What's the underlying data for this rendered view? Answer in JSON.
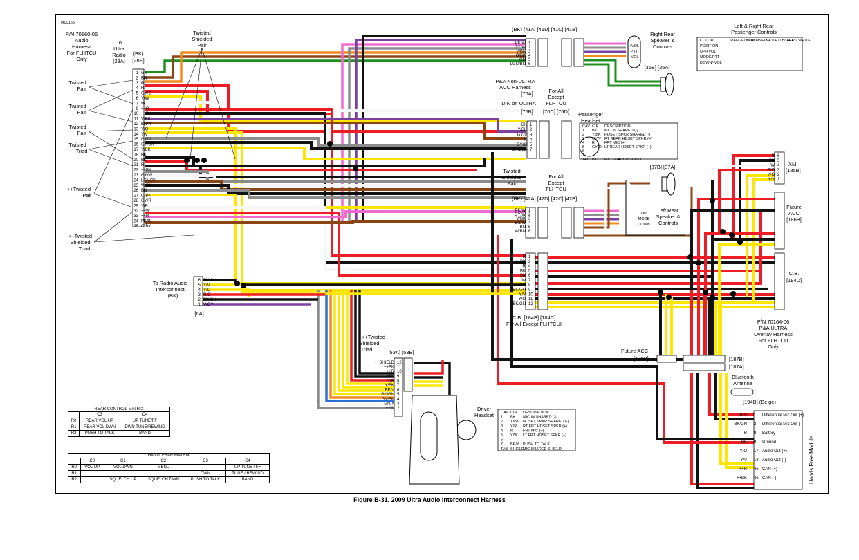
{
  "figure_code": "et00155",
  "caption": "Figure B-31. 2009 Ultra Audio Interconnect Harness",
  "labels": {
    "audio_harness": [
      "P/N 70160-06",
      "Audio",
      "Harness",
      "For FLHTCU",
      "Only"
    ],
    "to_radio": [
      "To",
      "Ultra",
      "Radio",
      "[28A]"
    ],
    "bk_28b": [
      "(BK)",
      "[28B]"
    ],
    "twisted_pair_1": [
      "Twisted",
      "Pair"
    ],
    "twisted_pair_2": [
      "Twisted",
      "Pair"
    ],
    "twisted_pair_3": [
      "Twisted",
      "Pair"
    ],
    "twisted_triad": [
      "Twisted",
      "Triad"
    ],
    "pp_twisted_pair": [
      "++Twisted",
      "Pair"
    ],
    "pp_twisted_shielded_triad": [
      "++Twisted",
      "Shielded",
      "Triad"
    ],
    "twisted_shielded_pair_top": [
      "Twisted",
      "Shielded",
      "Pair"
    ],
    "to_radio_audio": [
      "To Radio Audio",
      "Interconnect",
      "(BK)"
    ],
    "conn_6a": "[6A]",
    "pp_twisted_shielded_triad_2": [
      "++Twisted",
      "Shielded",
      "Triad"
    ],
    "conn_53": "[53A]  [53B]",
    "pa_non_ultra": [
      "P&A Non-ULTRA",
      "ACC Harness",
      "[76A]",
      "DIN on ULTRA",
      "[76B]"
    ],
    "conn_76cd": "[76C] [76D]",
    "for_all_except_1": [
      "For All",
      "Except",
      "FLHTCU"
    ],
    "for_all_except_2": [
      "For All",
      "Except",
      "FLHTCU"
    ],
    "conn_41": "(BK) [41A]   [41D]     [41C]  [41B]",
    "conn_42": "(BK) [42A]   [42D]     [42C]  [42B]",
    "twisted_shielded_pair_mid": [
      "Twisted",
      "Shielded",
      "Pair"
    ],
    "passenger_headset": [
      "Passenger",
      "Headset"
    ],
    "right_rear": [
      "Right Rear",
      "Speaker &",
      "Controls"
    ],
    "left_rear": [
      "Left Rear",
      "Speaker &",
      "Controls"
    ],
    "conn_36": "[36B]  [36A]",
    "conn_37": "[37B]  [37A]",
    "lr_rear_controls": [
      "Left & Right Rear",
      "Passenger Controls"
    ],
    "xm": [
      "XM",
      "[185B]"
    ],
    "future_acc_186": [
      "Future",
      "ACC",
      "[186B]"
    ],
    "cb_184d": [
      "C.B.",
      "[184D]"
    ],
    "cb_184b": [
      "C.B. [184B] [184C]",
      "For All Except FLHTCUI"
    ],
    "pa_ultra": [
      "P/N 70164-06",
      "P&A ULTRA",
      "Overlay Harness",
      "For FLHTCU",
      "Only"
    ],
    "future_acc_175": [
      "Future ACC",
      "[175B]"
    ],
    "conn_187b": "[187B]",
    "conn_187a": "[187A]",
    "bluetooth": [
      "Bluetooth",
      "Antenna"
    ],
    "conn_194": "[194B]      (Beige)",
    "hands_free": "Hands Free Module",
    "driver_headset": [
      "Driver",
      "Headset"
    ],
    "up_mode_down": [
      "UP",
      "MODE",
      "DOWN"
    ],
    "vol_ptt": [
      "+VOL",
      "PTT",
      "-VOL"
    ]
  },
  "connector_28b_wires": [
    {
      "pin": "1",
      "wire": "GN"
    },
    {
      "pin": "2",
      "wire": "BN"
    },
    {
      "pin": "3",
      "wire": "R"
    },
    {
      "pin": "4",
      "wire": "R"
    },
    {
      "pin": "5",
      "wire": "GY/O"
    },
    {
      "pin": "6",
      "wire": "Y/W"
    },
    {
      "pin": "7",
      "wire": "W"
    },
    {
      "pin": "9",
      "wire": "++R"
    },
    {
      "pin": "10",
      "wire": "++BK"
    },
    {
      "pin": "11",
      "wire": "V/BK"
    },
    {
      "pin": "12",
      "wire": "BN/W"
    },
    {
      "pin": "13",
      "wire": "Y/O"
    },
    {
      "pin": "14",
      "wire": "Y/V"
    },
    {
      "pin": "15",
      "wire": "GY/V"
    },
    {
      "pin": "16",
      "wire": "GY/BK"
    },
    {
      "pin": "17",
      "wire": "Y/BK"
    },
    {
      "pin": "18",
      "wire": "BK"
    },
    {
      "pin": "20",
      "wire": "BK"
    },
    {
      "pin": "21",
      "wire": "R"
    },
    {
      "pin": "22",
      "wire": "++BK"
    },
    {
      "pin": "23",
      "wire": "GY/W"
    },
    {
      "pin": "24",
      "wire": "LGN/BN"
    },
    {
      "pin": "25",
      "wire": "W/BN"
    },
    {
      "pin": "26",
      "wire": "BN"
    },
    {
      "pin": "27",
      "wire": "O/BK"
    },
    {
      "pin": "28",
      "wire": "GY/R"
    },
    {
      "pin": "29",
      "wire": "Y/R"
    },
    {
      "pin": "32",
      "wire": "++W"
    },
    {
      "pin": "33",
      "wire": "++R"
    },
    {
      "pin": "34",
      "wire": "PK/W"
    },
    {
      "pin": "35",
      "wire": "O/BK"
    }
  ],
  "connector_6_wires": [
    {
      "pin": "6",
      "wire": "BK/GN"
    },
    {
      "pin": "5",
      "wire": "Y/V"
    },
    {
      "pin": "4",
      "wire": "Y/O"
    },
    {
      "pin": "3",
      "wire": "R/O"
    },
    {
      "pin": "2",
      "wire": "BK/GN"
    },
    {
      "pin": "1",
      "wire": "V/GY"
    }
  ],
  "connector_41_wires": [
    {
      "pin": "1",
      "wire": "PK/W"
    },
    {
      "pin": "2",
      "wire": "GY/W"
    },
    {
      "pin": "3",
      "wire": "V/BK"
    },
    {
      "pin": "4",
      "wire": "O/BK"
    },
    {
      "pin": "5",
      "wire": "GN"
    },
    {
      "pin": "6",
      "wire": "LGN/BN"
    }
  ],
  "connector_42_wires": [
    {
      "pin": "1",
      "wire": "PK/W"
    },
    {
      "pin": "2",
      "wire": "GY/W"
    },
    {
      "pin": "3",
      "wire": "V/BK"
    },
    {
      "pin": "4",
      "wire": "BN/W"
    },
    {
      "pin": "5",
      "wire": "BN"
    },
    {
      "pin": "6",
      "wire": "W/BN"
    }
  ],
  "connector_76_wires": [
    {
      "pin": "1",
      "wire": "BK"
    },
    {
      "pin": "2",
      "wire": "Y/BK"
    },
    {
      "pin": "3",
      "wire": "GY/V"
    },
    {
      "pin": "4",
      "wire": "R"
    },
    {
      "pin": "5",
      "wire": "GY/O"
    },
    {
      "pin": "7",
      "wire": "SHIELD"
    }
  ],
  "connector_184_wires": [
    {
      "pin": "1",
      "wire": "++R"
    },
    {
      "pin": "2",
      "wire": "++BK"
    },
    {
      "pin": "4",
      "wire": "R"
    },
    {
      "pin": "5",
      "wire": "BK"
    },
    {
      "pin": "6",
      "wire": "BK"
    },
    {
      "pin": "7",
      "wire": "W"
    },
    {
      "pin": "8",
      "wire": "R/O"
    },
    {
      "pin": "9",
      "wire": "BK/GN"
    },
    {
      "pin": "10",
      "wire": "Y/V"
    },
    {
      "pin": "11",
      "wire": "Y/O"
    },
    {
      "pin": "12",
      "wire": "BK/GN"
    }
  ],
  "connector_53_wires": [
    {
      "pin": "12",
      "wire": "++SHIELD"
    },
    {
      "pin": "11",
      "wire": "++BK"
    },
    {
      "pin": "10",
      "wire": "++R"
    },
    {
      "pin": "9",
      "wire": "Y/W"
    },
    {
      "pin": "8",
      "wire": "Y/R"
    },
    {
      "pin": "7",
      "wire": "Y/BK"
    },
    {
      "pin": "6",
      "wire": "BE/Y"
    },
    {
      "pin": "5",
      "wire": "BK/GN"
    },
    {
      "pin": "4",
      "wire": "GY/BK"
    },
    {
      "pin": "3",
      "wire": "GN/Y"
    },
    {
      "pin": "2",
      "wire": "++W"
    }
  ],
  "connector_185_wires": [
    {
      "pin": "6",
      "wire": "R"
    },
    {
      "pin": "5",
      "wire": "BK"
    },
    {
      "pin": "4",
      "wire": "W"
    },
    {
      "pin": "3",
      "wire": "R/O"
    },
    {
      "pin": "2",
      "wire": "Y/O"
    },
    {
      "pin": "1",
      "wire": "Y/V"
    }
  ],
  "connector_194_wires": [
    {
      "pin": "1",
      "wire": "R/O",
      "desc": "Differential Mic Out (+)"
    },
    {
      "pin": "2",
      "wire": "BK/GN",
      "desc": "Differential Mic Out (-)"
    },
    {
      "pin": "8",
      "wire": "R",
      "desc": "Battery"
    },
    {
      "pin": "9",
      "wire": "BK",
      "desc": "Ground"
    },
    {
      "pin": "17",
      "wire": "Y/O",
      "desc": "Audio Out (+)"
    },
    {
      "pin": "18",
      "wire": "Y/V",
      "desc": "Audio Out (-)"
    },
    {
      "pin": "45",
      "wire": "++R",
      "desc": "CAN (+)"
    },
    {
      "pin": "46",
      "wire": "++BK",
      "desc": "CAN (-)"
    }
  ],
  "rear_control_matrix": {
    "title": "REAR CONTROL MATRIX",
    "headers": [
      "",
      "C3",
      "C4"
    ],
    "rows": [
      [
        "R0",
        "REAR VOL UP",
        "UP TUNE/FF"
      ],
      [
        "R1",
        "REAR VOL DWN",
        "DWN TUNE/REWIND"
      ],
      [
        "R2",
        "PUSH TO TALK",
        "BAND"
      ]
    ]
  },
  "handlebar_matrix": {
    "title": "HANDLEBAR MATRIX",
    "headers": [
      "",
      "C0",
      "C1",
      "C2",
      "C3",
      "C4"
    ],
    "rows": [
      [
        "R0",
        "VOL UP",
        "VOL DWN",
        "MENU",
        "",
        "UP TUNE / FF"
      ],
      [
        "R1",
        "",
        "",
        "",
        "DWN",
        "TUNE / REWIND"
      ],
      [
        "R2",
        "",
        "SQUELCH UP",
        "SQUELCH DWN",
        "PUSH TO TALK",
        "BAND"
      ]
    ]
  },
  "passenger_color_table": {
    "headers": [
      "COLOR",
      "ORANGE/ BLACK",
      "PINK/ WHITE",
      "VIOLET/ BLACK",
      "GRAY/ WHITE"
    ],
    "rows": [
      "POSITION",
      "UP/+VOL",
      "MODE/PTT",
      "DOWN/-VOL"
    ]
  },
  "passenger_headset_table": {
    "headers": [
      "CAV",
      "CIR",
      "DESCRIPTION"
    ],
    "rows": [
      [
        "1",
        "BK",
        "MIC IN SHARED (-)"
      ],
      [
        "2",
        "Y/BK",
        "HDSET SPKR SHARED (-)"
      ],
      [
        "3",
        "GY/V",
        "RT REAR HDSET SPKR (+)"
      ],
      [
        "4",
        "R",
        "FRT MIC (+)"
      ],
      [
        "5",
        "GY/O",
        "LT REAR HDSET SPKR (+)"
      ],
      [
        "6",
        "",
        ""
      ],
      [
        "7",
        "",
        ""
      ],
      [
        "TAB",
        "BK",
        "MIC SHARED SHIELD"
      ]
    ]
  },
  "driver_headset_table": {
    "headers": [
      "CAV",
      "CIR",
      "DESCRIPTION"
    ],
    "rows": [
      [
        "1",
        "BK",
        "MIC IN SHARED (-)"
      ],
      [
        "2",
        "Y/BK",
        "HDSET SPKR SHARED (-)"
      ],
      [
        "3",
        "Y/R",
        "RT FRT HDSET SPKR (+)"
      ],
      [
        "4",
        "R",
        "FRT MIC (+)"
      ],
      [
        "5",
        "Y/W",
        "LT FRT HDSET SPKR (+)"
      ],
      [
        "6",
        "",
        ""
      ],
      [
        "7",
        "BE/Y",
        "PUSH TO TALK"
      ],
      [
        "TAB",
        "SHIELD",
        "MIC SHARED SHIELD"
      ]
    ]
  },
  "wire_colors": {
    "red": "#ee1c24",
    "black": "#111111",
    "yellow": "#ffe600",
    "green": "#1f8f1f",
    "brown": "#8b4513",
    "orange": "#f28c1e",
    "gray": "#8c8c8c",
    "pink": "#f06bd0",
    "violet": "#7b3fa0",
    "white": "#f6f6f6",
    "blue": "#2b6fd6"
  }
}
